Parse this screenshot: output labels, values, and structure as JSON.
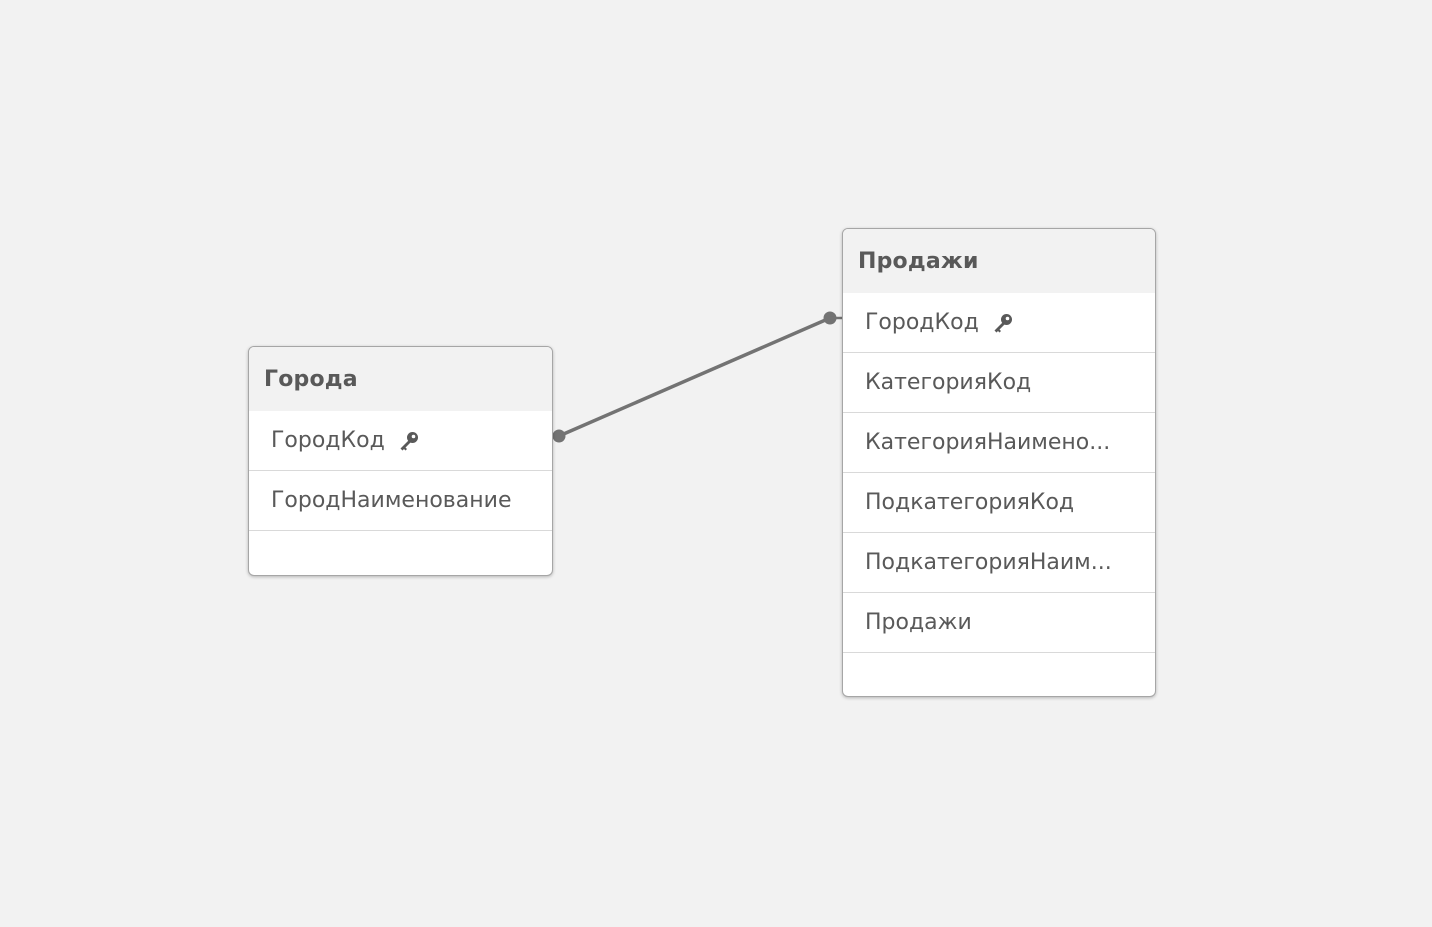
{
  "tables": [
    {
      "id": "goroda",
      "title": "Города",
      "fields": [
        {
          "name": "ГородКод",
          "key": true,
          "icon": "key-icon"
        },
        {
          "name": "ГородНаименование",
          "key": false
        }
      ]
    },
    {
      "id": "prodazhi",
      "title": "Продажи",
      "fields": [
        {
          "name": "ГородКод",
          "key": true,
          "icon": "key-icon"
        },
        {
          "name": "КатегорияКод",
          "key": false
        },
        {
          "name": "КатегорияНаимено...",
          "key": false
        },
        {
          "name": "ПодкатегорияКод",
          "key": false
        },
        {
          "name": "ПодкатегорияНаим...",
          "key": false
        },
        {
          "name": "Продажи",
          "key": false
        }
      ]
    }
  ],
  "links": [
    {
      "from_table": "Города",
      "from_field": "ГородКод",
      "to_table": "Продажи",
      "to_field": "ГородКод"
    }
  ],
  "colors": {
    "background": "#f2f2f2",
    "card": "#ffffff",
    "header": "#f2f2f2",
    "text": "#595959",
    "link": "#737373",
    "divider": "#d9d9d9"
  }
}
